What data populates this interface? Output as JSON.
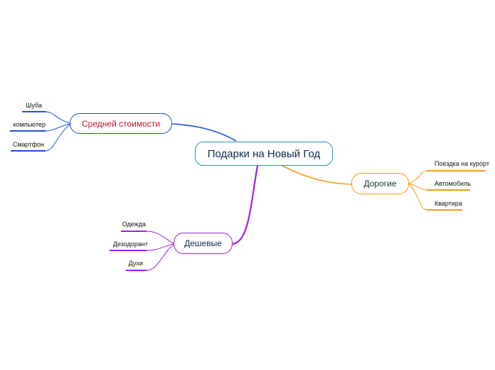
{
  "central": {
    "label": "Подарки на Новый Год"
  },
  "branches": {
    "mid": {
      "label": "Средней стоимости",
      "color": "#1d4fe0",
      "items": [
        "Шуба",
        "компьютер",
        "Смартфон"
      ]
    },
    "expensive": {
      "label": "Дорогие",
      "color": "#f39c12",
      "items": [
        "Поездка на курорт",
        "Автомобиль",
        "Квартира"
      ]
    },
    "cheap": {
      "label": "Дешевые",
      "color": "#a21fe0",
      "items": [
        "Одежда",
        "Дезодорант",
        "Духи"
      ]
    }
  }
}
